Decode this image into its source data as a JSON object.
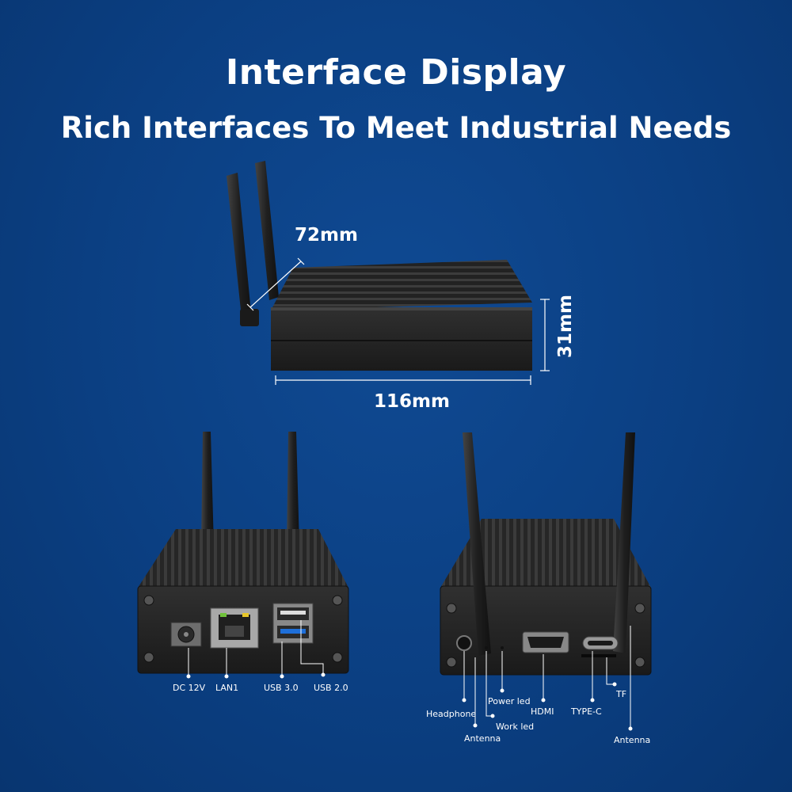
{
  "header": {
    "title": "Interface Display",
    "subtitle": "Rich Interfaces To Meet Industrial Needs"
  },
  "dimensions": {
    "depth": "72mm",
    "width": "116mm",
    "height": "31mm"
  },
  "front_ports": {
    "dc": "DC 12V",
    "lan": "LAN1",
    "usb3": "USB 3.0",
    "usb2": "USB 2.0"
  },
  "rear_ports": {
    "headphone": "Headphone",
    "antenna_left": "Antenna",
    "work_led": "Work led",
    "power_led": "Power led",
    "hdmi": "HDMI",
    "typec": "TYPE-C",
    "tf": "TF",
    "antenna_right": "Antenna"
  },
  "colors": {
    "background": "#0b3f82",
    "device_body": "#2a2a2a",
    "usb3_blue": "#1e6fd9",
    "lan_led_green": "#6fc23a",
    "lan_led_yellow": "#e8c72a"
  }
}
